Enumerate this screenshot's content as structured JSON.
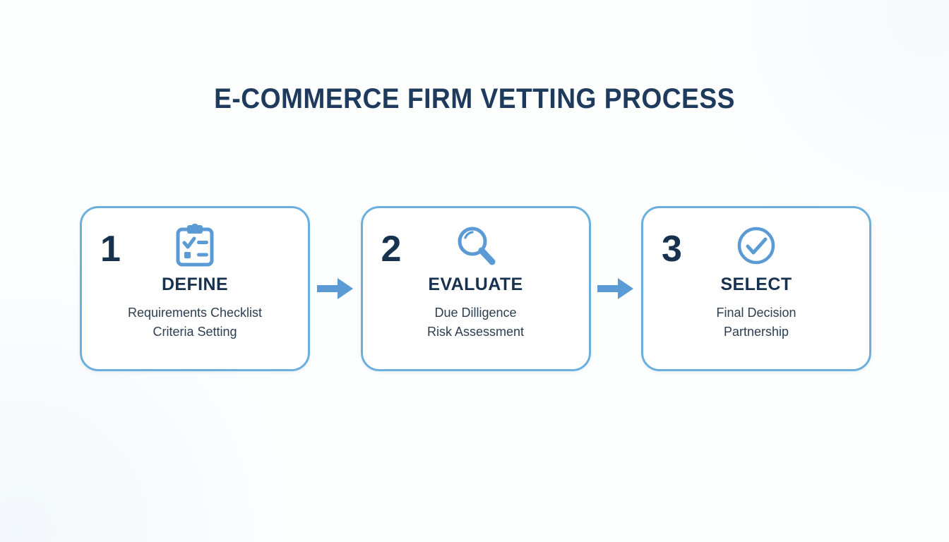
{
  "header": {
    "title": "E-COMMERCE FIRM VETTING PROCESS"
  },
  "colors": {
    "title_navy": "#1e3a5c",
    "step_number_navy": "#17314f",
    "card_border_blue": "#6bafdd",
    "icon_blue": "#5b9bd5",
    "arrow_blue": "#5b9bd5",
    "description_text": "#2d3e50",
    "background": "#fdfefe"
  },
  "flow": {
    "steps": [
      {
        "number": "1",
        "icon": "clipboard-check-icon",
        "title": "DEFINE",
        "desc_line1": "Requirements Checklist",
        "desc_line2": "Criteria Setting"
      },
      {
        "number": "2",
        "icon": "magnifying-glass-icon",
        "title": "EVALUATE",
        "desc_line1": "Due Dilligence",
        "desc_line2": "Risk Assessment"
      },
      {
        "number": "3",
        "icon": "check-circle-icon",
        "title": "SELECT",
        "desc_line1": "Final Decision",
        "desc_line2": "Partnership"
      }
    ],
    "connectors": [
      {
        "icon": "arrow-right-icon"
      },
      {
        "icon": "arrow-right-icon"
      }
    ]
  }
}
